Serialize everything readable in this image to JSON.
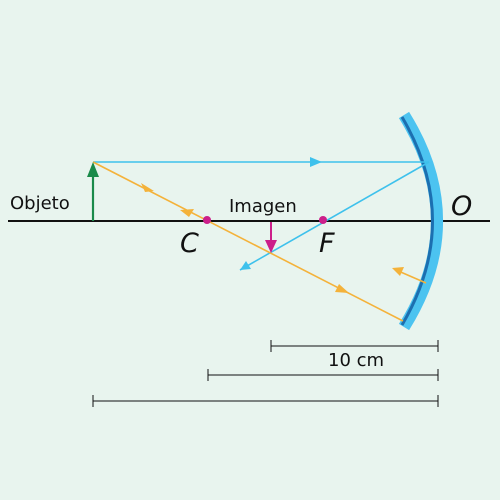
{
  "labels": {
    "object": "Objeto",
    "image": "Imagen",
    "center": "C",
    "focus": "F",
    "vertex": "O",
    "distance": "10 cm"
  },
  "colors": {
    "background": "#e8f4ee",
    "axis": "#111111",
    "mirror_outer": "#4cc3f0",
    "mirror_inner": "#1c6fb0",
    "object_arrow": "#1a8a4a",
    "image_arrow": "#cc1f8a",
    "ray_blue": "#3ec1ec",
    "ray_orange": "#f4b23a",
    "point": "#cc1f8a",
    "dimension_line": "#111111"
  },
  "icons": {
    "object": "up-arrow-icon",
    "image": "down-arrow-icon"
  }
}
